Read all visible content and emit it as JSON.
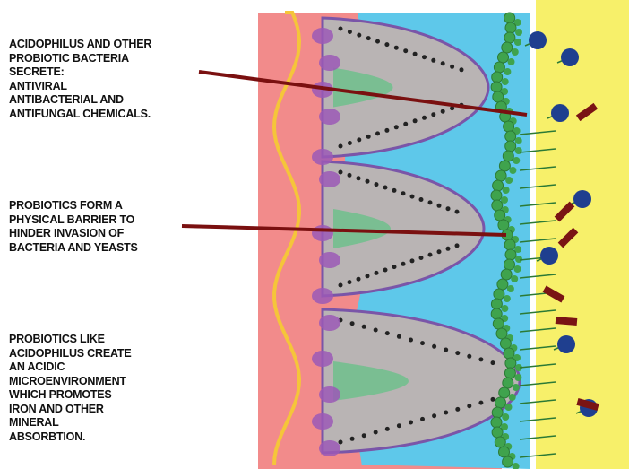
{
  "annotations": [
    {
      "id": "secrete",
      "text": "ACIDOPHILUS AND OTHER\nPROBIOTIC BACTERIA\nSECRETE:\nANTIVIRAL\nANTIBACTERIAL AND\nANTIFUNGAL CHEMICALS."
    },
    {
      "id": "barrier",
      "text": "PROBIOTICS FORM A\nPHYSICAL BARRIER TO\nHINDER INVASION OF\nBACTERIA AND YEASTS"
    },
    {
      "id": "acidic",
      "text": "PROBIOTICS LIKE\nACIDOPHILUS CREATE\nAN ACIDIC\nMICROENVIRONMENT\nWHICH PROMOTES\nIRON AND OTHER\nMINERAL\nABSORBTION."
    }
  ],
  "colors": {
    "tissue": "#f28b8b",
    "membrane_line": "#f5c53a",
    "lumen_fluid": "#5ec8ea",
    "outer_zone": "#f7f06a",
    "probiotic_layer": "#3fa34d",
    "villus_fill": "#b9b4b4",
    "villus_core": "#6fbf8c",
    "goblet_cells": "#9b59b6",
    "bacteria_round": "#1f3f8f",
    "bacteria_rod": "#7a1414",
    "pointer_line": "#7a1010"
  }
}
